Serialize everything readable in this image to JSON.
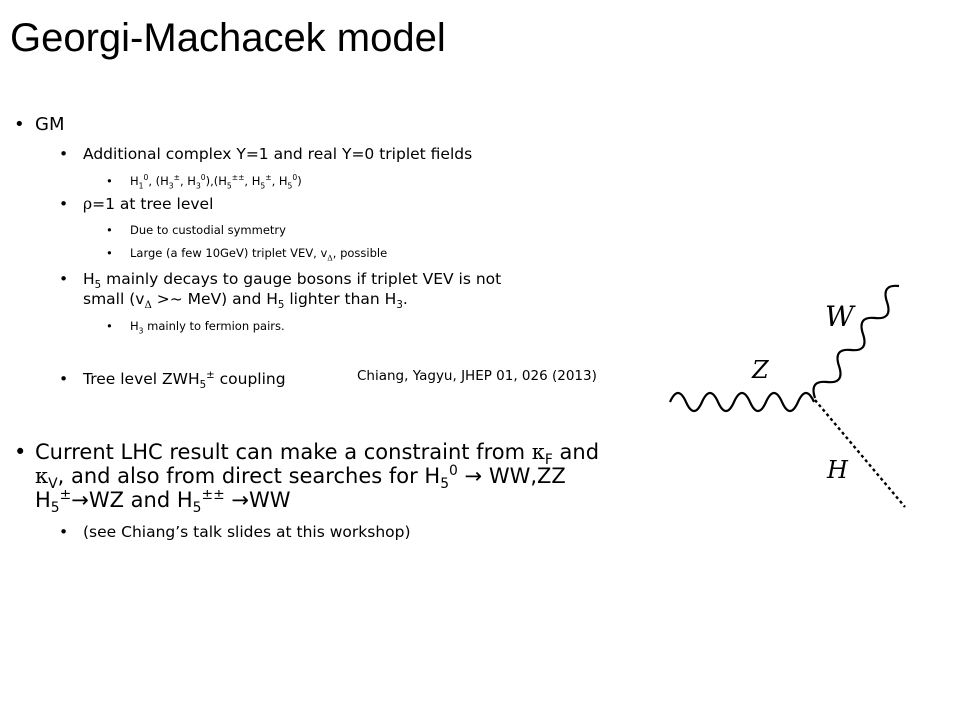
{
  "title": "Georgi-Machacek model",
  "bullet_char": "•",
  "items": {
    "gm": "GM",
    "additional": "Additional complex Y=1 and real Y=0 triplet fields",
    "fields": {
      "h": "H",
      "one": "1",
      "three": "3",
      "five": "5",
      "zero": "0",
      "pm": "±",
      "pmpm": "±±",
      "open": "(",
      "close": ")",
      "comma": ", ",
      "sep": "),("
    },
    "rho": {
      "symbol": "ρ",
      "text": "=1 at tree level"
    },
    "custodial": "Due to custodial symmetry",
    "vev": {
      "pre": "Large (a few 10GeV) triplet VEV, v",
      "sub": "Δ",
      "post": ", possible"
    },
    "h5decay": {
      "h": "H",
      "sub5": "5",
      "line1_rest": " mainly decays to gauge bosons if triplet VEV is not",
      "line2_a": "small (v",
      "delta": "Δ",
      "line2_b": " >~ MeV) and H",
      "line2_c": " lighter than H",
      "sub3": "3",
      "period": "."
    },
    "h3": {
      "h": "H",
      "sub": "3",
      "rest": " mainly to fermion pairs."
    },
    "tree": {
      "pre": "Tree level ZWH",
      "sub": "5",
      "sup": "±",
      "post": " coupling"
    },
    "citation": "Chiang, Yagyu, JHEP 01, 026 (2013)",
    "lhc": {
      "line1_a": "Current LHC result can make a constraint from ",
      "kappa": "κ",
      "sub_f": "F",
      "line1_b": " and",
      "sub_v": "V",
      "line2_a": ", and also from direct searches for H",
      "sub5": "5",
      "sup0": "0",
      "arrow": "→",
      "line2_b": " WW,ZZ",
      "h": "H",
      "sup_pm": "±",
      "wz": "WZ and H",
      "sup_pmpm": "±±",
      "ww": "WW"
    },
    "chiang": "(see Chiang’s talk slides at this workshop)"
  },
  "diagram": {
    "w_label": "W",
    "z_label": "Z",
    "h_label": "H"
  }
}
